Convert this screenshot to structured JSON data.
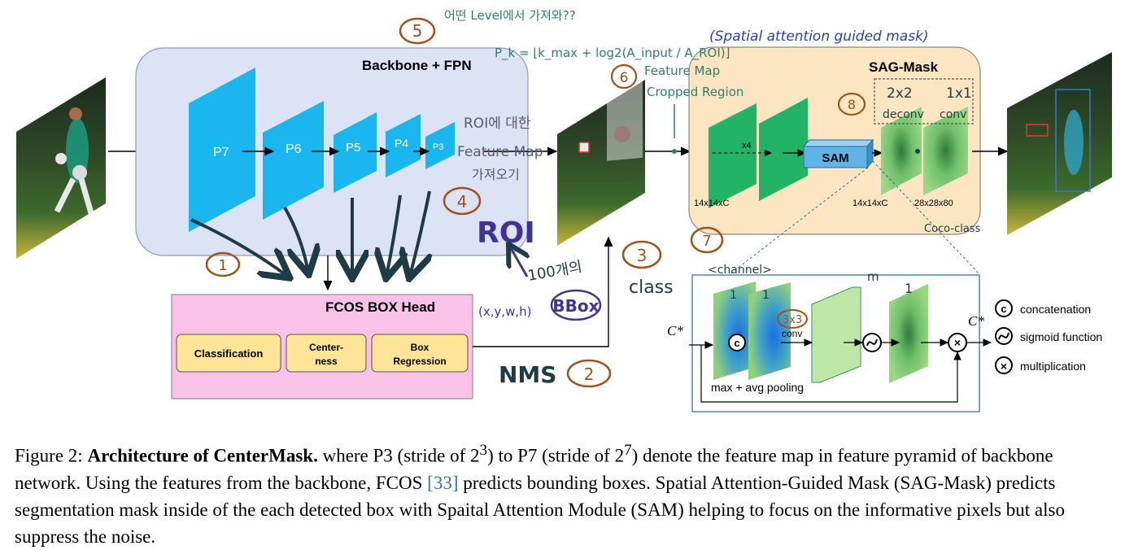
{
  "diagram": {
    "backbone_title": "Backbone + FPN",
    "pyramid_levels": [
      "P7",
      "P6",
      "P5",
      "P4",
      "P3"
    ],
    "fcos_title": "FCOS BOX Head",
    "fcos_branches": {
      "classification": "Classification",
      "centerness_1": "Center-",
      "centerness_2": "ness",
      "boxreg_1": "Box",
      "boxreg_2": "Regression"
    },
    "sag_title": "SAG-Mask",
    "sam_label": "SAM",
    "x4_label": "x4",
    "dim_labels": {
      "first": "14x14xC",
      "second": "14x14xC",
      "third": "28x28x80"
    },
    "sam_detail": {
      "c_in": "C*",
      "c_out": "C*",
      "conv": "conv",
      "pooling": "max + avg pooling"
    },
    "legend": [
      {
        "symbol": "c",
        "label": "concatenation"
      },
      {
        "symbol": "s",
        "label": "sigmoid function"
      },
      {
        "symbol": "x",
        "label": "multiplication"
      }
    ],
    "annotations": {
      "n1": "1",
      "n2": "2",
      "n3": "3",
      "n4": "4",
      "n5": "5",
      "n6": "6",
      "n7": "7",
      "n8": "8",
      "roi": "ROI",
      "nms": "NMS",
      "bbox": "BBox",
      "class": "class",
      "xywh": "(x,y,w,h)",
      "count": "100개의",
      "roi_feature_1": "ROI에 대한",
      "roi_feature_2": "Feature Map",
      "roi_feature_3": "가져오기",
      "level_q": "어떤 Level에서 가져와??",
      "formula": "P_k = ⌊k_max + log2(A_input / A_ROI)⌋",
      "feature_map": "Feature Map",
      "cropped": "Cropped Region",
      "spatial": "(Spatial attention guided mask)",
      "deconv_1": "2x2",
      "deconv_2": "deconv",
      "conv11_1": "1x1",
      "conv11_2": "conv",
      "coco": "Coco-class",
      "channel": "<channel>",
      "one_a": "1",
      "one_b": "1",
      "one_c": "1",
      "three": "3x3",
      "m": "m"
    }
  },
  "caption": {
    "prefix": "Figure 2: ",
    "title": "Architecture of CenterMask.",
    "part1": " where P3 (stride of 2",
    "sup1": "3",
    "part2": ") to P7 (stride of 2",
    "sup2": "7",
    "part3": ") denote the feature map in feature pyramid of backbone network. Using the features from the backbone, FCOS ",
    "ref": "[33]",
    "part4": " predicts bounding boxes. Spatial Attention-Guided Mask (SAG-Mask) predicts segmentation mask inside of the each detected box with Spaital Attention Module (SAM) helping to focus on the informative pixels but also suppress the noise."
  },
  "colors": {
    "backbone_bg": "#dbe3f5",
    "fpn_blue": "#1ab6f0",
    "fcos_bg": "#f9c2e8",
    "branch_bg": "#fde497",
    "sag_bg": "#fbe6c1",
    "sam_blue": "#5fb3e6",
    "mask_green": "#22b366",
    "ink_dark": "#1f3b45",
    "ink_purple": "#3f3496",
    "ink_brown": "#a0521d",
    "ink_teal": "#2e7f6d",
    "ink_blue": "#2b3fa8"
  }
}
